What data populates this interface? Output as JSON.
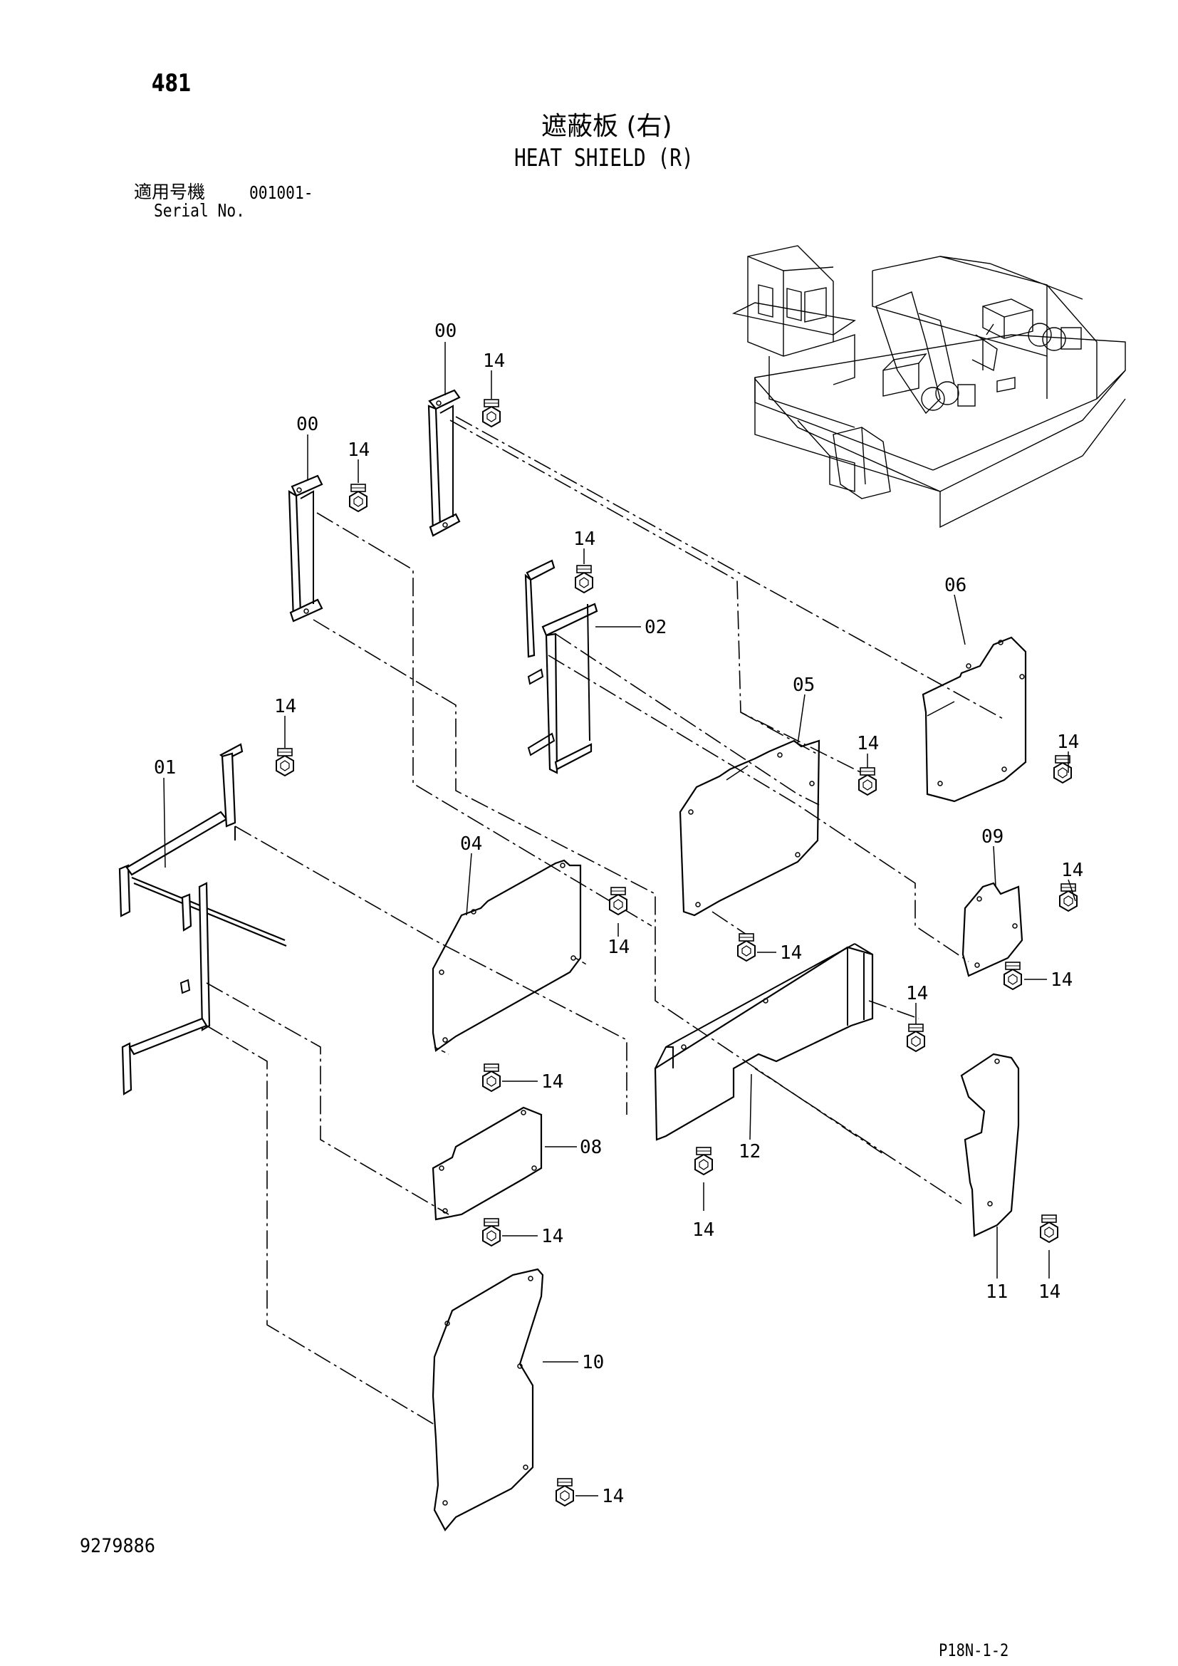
{
  "header": {
    "page_number": "481",
    "title_jp": "遮蔽板 (右)",
    "title_en": "HEAT SHIELD (R)",
    "serial_label_jp": "適用号機",
    "serial_value": "001001-",
    "serial_label_en": "Serial No."
  },
  "footer": {
    "document_number": "9279886",
    "page_code": "P18N-1-2"
  },
  "callouts": {
    "c00a": "00",
    "c14a": "14",
    "c00b": "00",
    "c14b": "14",
    "c14c": "14",
    "c02": "02",
    "c06": "06",
    "c05": "05",
    "c14d": "14",
    "c14e": "14",
    "c14f": "14",
    "c01": "01",
    "c09": "09",
    "c14g": "14",
    "c04": "04",
    "c14h": "14",
    "c14i": "14",
    "c14j": "14",
    "c14k": "14",
    "c14l": "14",
    "c08": "08",
    "c12": "12",
    "c14m": "14",
    "c14n": "14",
    "c11": "11",
    "c14o": "14",
    "c10": "10",
    "c14p": "14"
  }
}
